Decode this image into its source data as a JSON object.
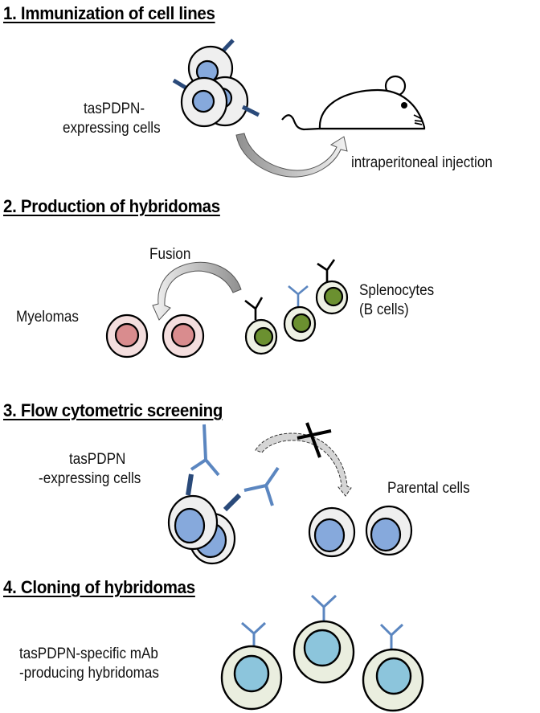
{
  "sections": [
    {
      "heading": "1. Immunization of cell lines",
      "labels": {
        "cells_line1": "tasPDPN-",
        "cells_line2": "expressing cells",
        "injection": "intraperitoneal injection"
      }
    },
    {
      "heading": "2. Production of hybridomas",
      "labels": {
        "fusion": "Fusion",
        "myelomas": "Myelomas",
        "splenocytes_line1": "Splenocytes",
        "splenocytes_line2": "(B cells)"
      }
    },
    {
      "heading": "3. Flow cytometric screening",
      "labels": {
        "cells_line1": "tasPDPN",
        "cells_line2": "-expressing cells",
        "parental": "Parental cells"
      }
    },
    {
      "heading": "4. Cloning of hybridomas",
      "labels": {
        "hybridomas_line1": "tasPDPN-specific mAb",
        "hybridomas_line2": "-producing hybridomas"
      }
    }
  ],
  "colors": {
    "cell_membrane": "#efefef",
    "nucleus_blue": "#86a9dc",
    "antigen_dark_blue": "#2a4a7a",
    "antibody_blue": "#5b86c0",
    "myeloma_cytoplasm": "#f4dede",
    "myeloma_nucleus": "#d98c8e",
    "bcell_cytoplasm": "#eef1e4",
    "bcell_nucleus": "#6b9030",
    "hybridoma_cytoplasm": "#eaeedf",
    "hybridoma_nucleus": "#8cc5dc",
    "arrow_gray": "#b5b5b5"
  }
}
